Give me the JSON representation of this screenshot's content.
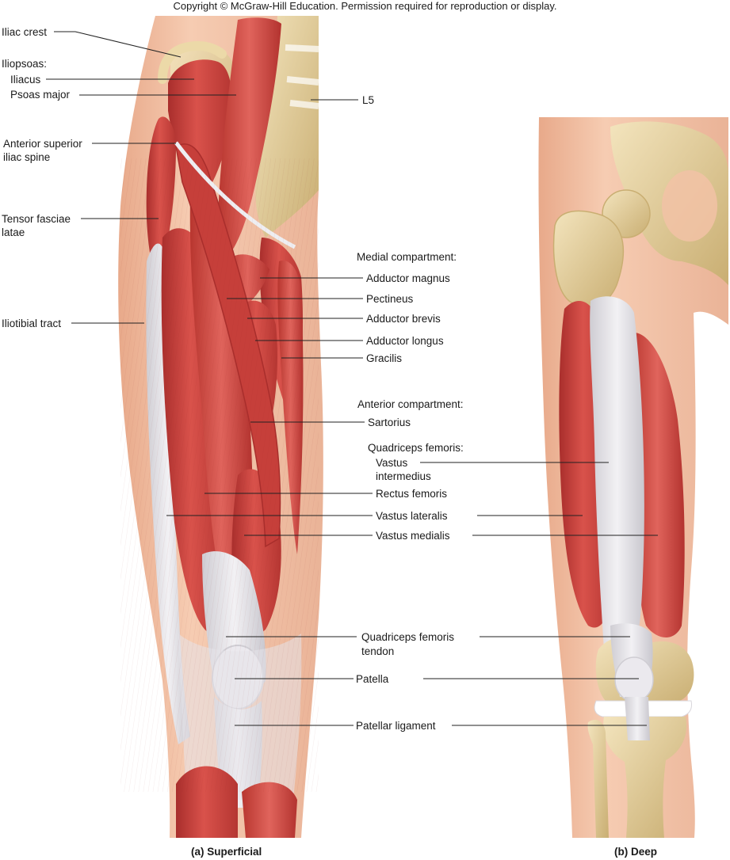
{
  "copyright": "Copyright © McGraw-Hill Education. Permission required for reproduction or display.",
  "captions": {
    "superficial": "(a) Superficial",
    "deep": "(b) Deep"
  },
  "labels": {
    "iliac_crest": "Iliac crest",
    "iliopsoas": "Iliopsoas:",
    "iliacus": "Iliacus",
    "psoas_major": "Psoas major",
    "asis_line1": "Anterior superior",
    "asis_line2": "iliac spine",
    "tfl_line1": "Tensor fasciae",
    "tfl_line2": "latae",
    "iliotibial_tract": "Iliotibial tract",
    "l5": "L5",
    "medial_compartment": "Medial compartment:",
    "adductor_magnus": "Adductor magnus",
    "pectineus": "Pectineus",
    "adductor_brevis": "Adductor brevis",
    "adductor_longus": "Adductor longus",
    "gracilis": "Gracilis",
    "anterior_compartment": "Anterior compartment:",
    "sartorius": "Sartorius",
    "quadriceps_femoris": "Quadriceps femoris:",
    "vastus_intermedius_line1": "Vastus",
    "vastus_intermedius_line2": "intermedius",
    "rectus_femoris": "Rectus femoris",
    "vastus_lateralis": "Vastus lateralis",
    "vastus_medialis": "Vastus medialis",
    "quad_tendon_line1": "Quadriceps femoris",
    "quad_tendon_line2": "tendon",
    "patella": "Patella",
    "patellar_ligament": "Patellar ligament"
  },
  "colors": {
    "skin": "#f2c2a6",
    "skin_shadow": "#e6a88a",
    "muscle": "#d24a45",
    "muscle_dark": "#a92e2c",
    "muscle_light": "#e8746b",
    "tendon": "#e4e2e6",
    "bone": "#ecd9a8",
    "bone_shadow": "#c9ae72",
    "leader": "#222222"
  }
}
